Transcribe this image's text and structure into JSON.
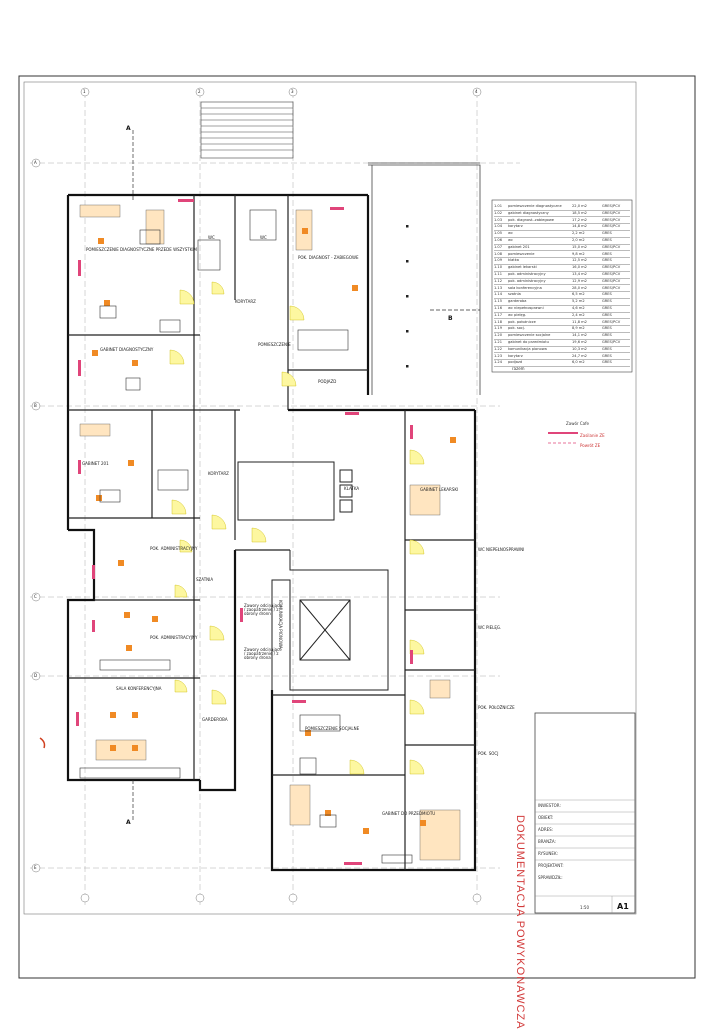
{
  "grid": {
    "columns": [
      "1",
      "2",
      "3",
      "4"
    ],
    "rows": [
      "A",
      "B",
      "C",
      "D",
      "E"
    ]
  },
  "section_marks": [
    "A",
    "B",
    "A"
  ],
  "rooms": [
    {
      "id": "r1",
      "label": "POMIESZCZENIE DIAGNOSTYCZNE PRZEDE WSZYSTKIM"
    },
    {
      "id": "r2",
      "label": "WC"
    },
    {
      "id": "r3",
      "label": "WC"
    },
    {
      "id": "r4",
      "label": "POK. DIAGNOST - ZABIEGOWE"
    },
    {
      "id": "r5",
      "label": "KORYTARZ"
    },
    {
      "id": "r6",
      "label": "GABINET DIAGNOSTYCZNY"
    },
    {
      "id": "r7",
      "label": "PODJAZD"
    },
    {
      "id": "r8",
      "label": "POMIESZCZENIE"
    },
    {
      "id": "r9",
      "label": "GABINET 201"
    },
    {
      "id": "r10",
      "label": "KORYTARZ"
    },
    {
      "id": "r11",
      "label": "KLATKA"
    },
    {
      "id": "r12",
      "label": "GABINET LEKARSKI"
    },
    {
      "id": "r13",
      "label": "POK. ADMINISTRACYJNY"
    },
    {
      "id": "r14",
      "label": "POK. ADMINISTRACYJNY"
    },
    {
      "id": "r15",
      "label": "SALA KONFERENCYJNA"
    },
    {
      "id": "r16",
      "label": "SZATNIA"
    },
    {
      "id": "r17",
      "label": "GARDEROBA"
    },
    {
      "id": "r18",
      "label": "WC NIEPEŁNOSPRAWNI"
    },
    {
      "id": "r19",
      "label": "WC PIELĘG."
    },
    {
      "id": "r20",
      "label": "POK. POŁOŻNICZE"
    },
    {
      "id": "r21",
      "label": "POK. SOCJ"
    },
    {
      "id": "r22",
      "label": "POMIESZCZENIE SOCJALNE"
    },
    {
      "id": "r23",
      "label": "GABINET DO PRZEDMIOTU"
    },
    {
      "id": "r24",
      "label": "KOMUNIKACJA PIONOWA"
    }
  ],
  "corridor_notes": [
    "Zawory odcinające / zaopatrzenie / z obrony dronn",
    "Zawory odcinające / zaopatrzenie / z obrony drona"
  ],
  "legend": {
    "title": "Zawór Cafe",
    "items": [
      "Zasilanie ZE",
      "Powrót ZE"
    ]
  },
  "room_table": {
    "rows": [
      [
        "1.01",
        "pomieszczenie diagnostyczne",
        "22,0 m2",
        "GRES/PCV"
      ],
      [
        "1.02",
        "gabinet diagnostyczny",
        "18,5 m2",
        "GRES/PCV"
      ],
      [
        "1.03",
        "pok. diagnost.-zabiegowe",
        "17,2 m2",
        "GRES/PCV"
      ],
      [
        "1.04",
        "korytarz",
        "14,8 m2",
        "GRES/PCV"
      ],
      [
        "1.05",
        "wc",
        "2,2 m2",
        "GRES"
      ],
      [
        "1.06",
        "wc",
        "2,0 m2",
        "GRES"
      ],
      [
        "1.07",
        "gabinet 201",
        "15,0 m2",
        "GRES/PCV"
      ],
      [
        "1.08",
        "pomieszczenie",
        "9,8 m2",
        "GRES"
      ],
      [
        "1.09",
        "klatka",
        "12,5 m2",
        "GRES"
      ],
      [
        "1.10",
        "gabinet lekarski",
        "16,0 m2",
        "GRES/PCV"
      ],
      [
        "1.11",
        "pok. administracyjny",
        "13,4 m2",
        "GRES/PCV"
      ],
      [
        "1.12",
        "pok. administracyjny",
        "12,9 m2",
        "GRES/PCV"
      ],
      [
        "1.13",
        "sala konferencyjna",
        "28,0 m2",
        "GRES/PCV"
      ],
      [
        "1.14",
        "szatnia",
        "6,5 m2",
        "GRES"
      ],
      [
        "1.15",
        "garderoba",
        "5,2 m2",
        "GRES"
      ],
      [
        "1.16",
        "wc niepełnosprawni",
        "4,6 m2",
        "GRES"
      ],
      [
        "1.17",
        "wc pielęg.",
        "2,4 m2",
        "GRES"
      ],
      [
        "1.18",
        "pok. położnicze",
        "11,8 m2",
        "GRES/PCV"
      ],
      [
        "1.19",
        "pok. socj.",
        "8,9 m2",
        "GRES"
      ],
      [
        "1.20",
        "pomieszczenie socjalne",
        "14,1 m2",
        "GRES"
      ],
      [
        "1.21",
        "gabinet do przedmiotu",
        "19,6 m2",
        "GRES/PCV"
      ],
      [
        "1.22",
        "komunikacja pionowa",
        "10,3 m2",
        "GRES"
      ],
      [
        "1.23",
        "korytarz",
        "24,7 m2",
        "GRES"
      ],
      [
        "1.24",
        "podjazd",
        "6,0 m2",
        "GRES"
      ]
    ],
    "total": "razem"
  },
  "stamp": "DOKUMENTACJA POWYKONAWCZA",
  "title_block": {
    "lines": [
      "INWESTOR:",
      "OBIEKT:",
      "ADRES:",
      "BRANŻA:",
      "RYSUNEK:",
      "PROJEKTANT:",
      "SPRAWDZIŁ:"
    ],
    "sheet_no": "A1",
    "scale": "1:50"
  }
}
